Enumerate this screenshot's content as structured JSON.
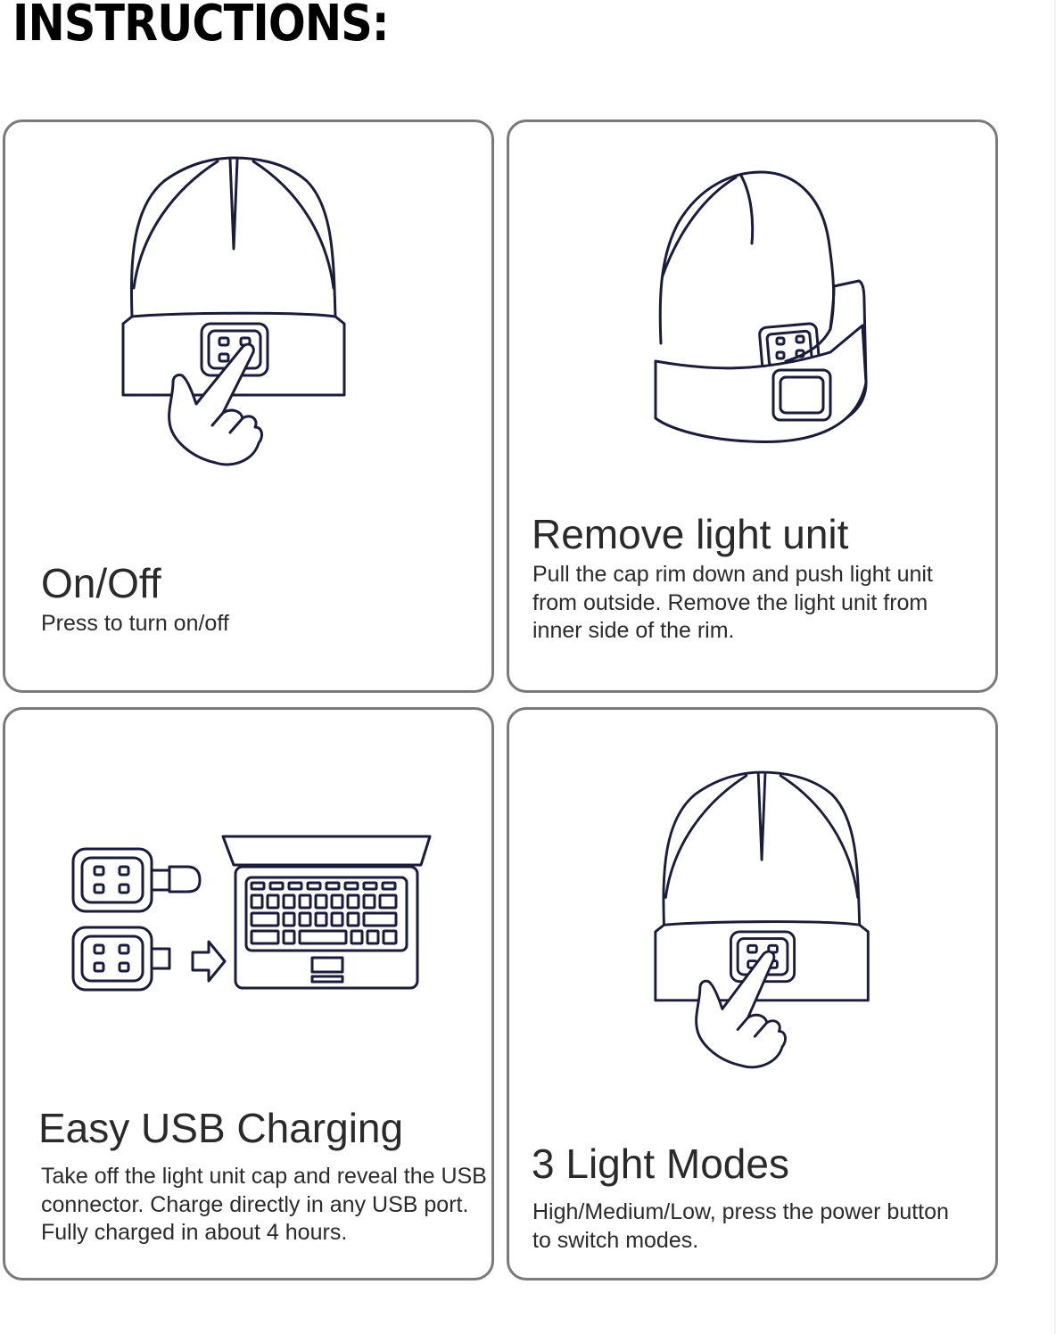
{
  "header": {
    "title": "INSTRUCTIONS:"
  },
  "colors": {
    "line_art": "#1b1b3a",
    "card_border": "#7a7a7a",
    "text": "#2a2a2a",
    "title": "#000000"
  },
  "cards": [
    {
      "title": "On/Off",
      "description": "Press to turn on/off",
      "illustration": "beanie-front-finger-press-icon"
    },
    {
      "title": "Remove light unit",
      "description": "Pull the cap rim down and push light unit from outside. Remove the light unit from inner side of the rim.",
      "illustration": "beanie-folded-rim-light-unit-icon"
    },
    {
      "title": "Easy USB Charging",
      "description": "Take off the light unit cap and reveal the USB connector. Charge directly in any USB port. Fully charged in about 4 hours.",
      "illustration": "usb-light-unit-to-laptop-icon"
    },
    {
      "title": "3 Light Modes",
      "description": "High/Medium/Low, press the power button to switch modes.",
      "illustration": "beanie-front-finger-press-icon"
    }
  ]
}
